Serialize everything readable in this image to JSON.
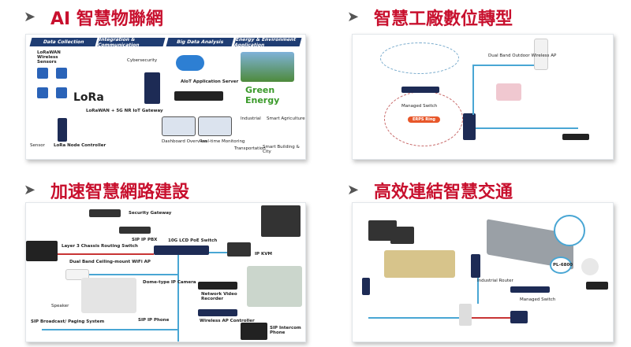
{
  "sections": [
    {
      "title": "AI 智慧物聯網",
      "tabs": [
        "Data Collection",
        "Integration & Communication",
        "Big Data Analysis",
        "Energy & Environment Application"
      ],
      "labels": {
        "sensors": "LoRaWAN Wireless Sensors",
        "lora": "LoRa",
        "gateway": "LoRaWAN + 5G NR IoT Gateway",
        "node": "LoRa Node Controller",
        "server": "AIoT Application Server",
        "cyber": "Cybersecurity",
        "green": "Green Energy",
        "dash": "Dashboard Overview",
        "realtime": "Real-time Monitoring",
        "industrial": "Industrial",
        "agri": "Smart Agriculture",
        "transport": "Transportation",
        "city": "Smart Building & City",
        "sensor": "Sensor"
      }
    },
    {
      "title": "智慧工廠數位轉型",
      "labels": {
        "erps": "ERPS Ring",
        "ap": "Dual Band Outdoor Wireless AP",
        "switch": "Managed Switch"
      }
    },
    {
      "title": "加速智慧網路建設",
      "labels": {
        "sec": "Security Gateway",
        "pbx": "SIP IP PBX",
        "l3": "Layer 3 Chassis Routing Switch",
        "poe": "10G LCD PoE Switch",
        "wifi": "Dual Band Ceiling-mount WiFi AP",
        "kvm": "IP KVM",
        "dome": "Dome-type IP Camera",
        "nvr": "Network Video Recorder",
        "phone": "SIP IP Phone",
        "apc": "Wireless AP Controller",
        "paging": "SIP Broadcast/ Paging System",
        "intercom": "SIP Intercom Phone",
        "speaker": "Speaker"
      }
    },
    {
      "title": "高效連結智慧交通",
      "labels": {
        "pl": "PL-6800",
        "router": "Industrial Router",
        "switch": "Managed Switch"
      }
    }
  ],
  "colors": {
    "heading": "#c8102e",
    "navy": "#1d2b55",
    "link": "#49a6d4"
  }
}
